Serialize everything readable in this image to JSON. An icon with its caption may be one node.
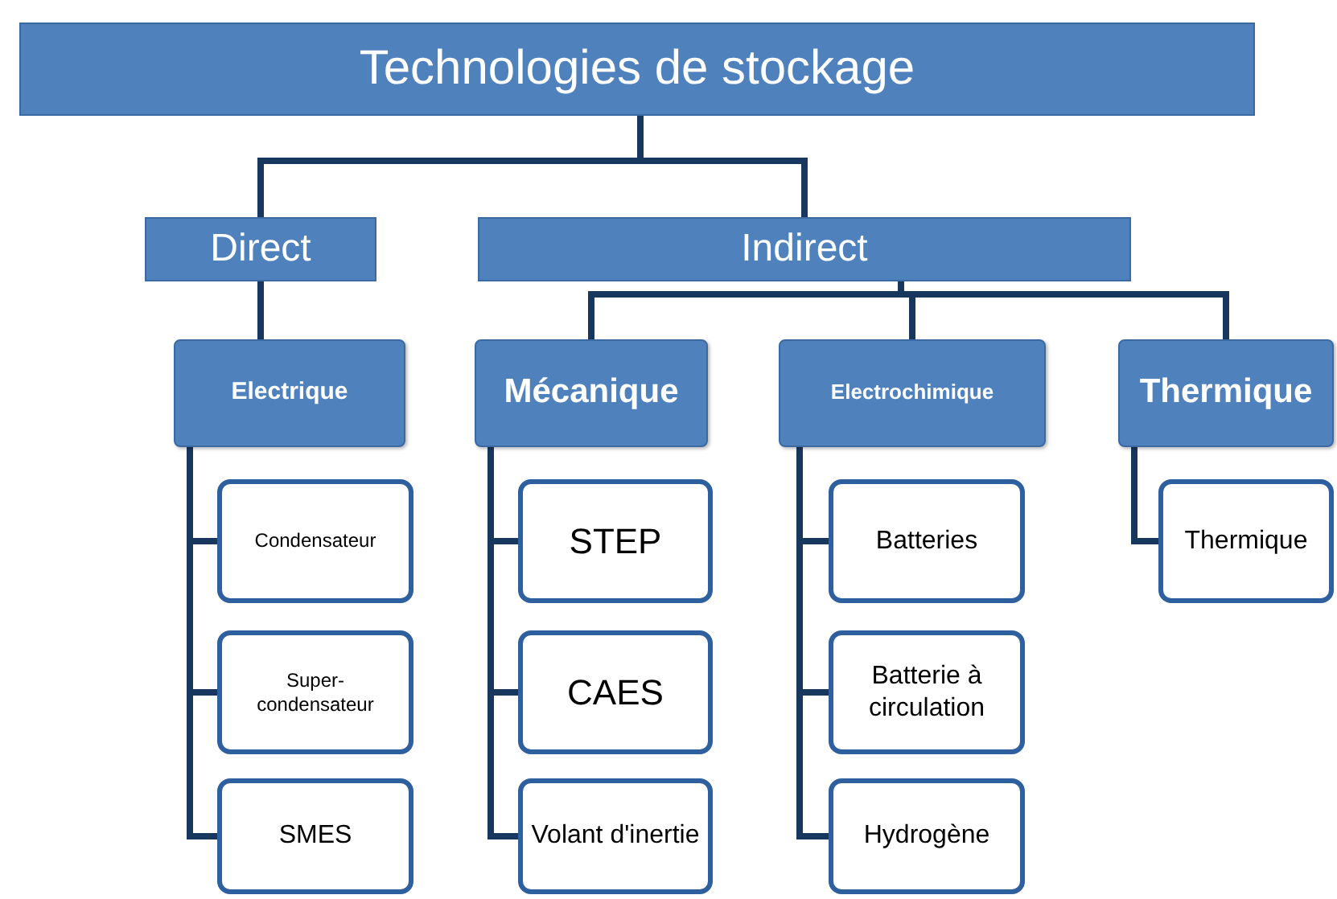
{
  "diagram": {
    "nodes": [
      {
        "text": [
          "Technologies de stockage"
        ]
      },
      {
        "text": [
          "Direct"
        ]
      },
      {
        "text": [
          "Indirect"
        ]
      },
      {
        "text": [
          "Electrique"
        ]
      },
      {
        "text": [
          "Mécanique"
        ]
      },
      {
        "text": [
          "Electrochimique"
        ]
      },
      {
        "text": [
          "Thermique"
        ]
      },
      {
        "text": [
          "Condensateur"
        ]
      },
      {
        "text": [
          "Super-condensateur"
        ]
      },
      {
        "text": [
          "SMES"
        ]
      },
      {
        "text": [
          "STEP"
        ]
      },
      {
        "text": [
          "CAES"
        ]
      },
      {
        "text": [
          "Volant d'inertie"
        ]
      },
      {
        "text": [
          "Batteries"
        ]
      },
      {
        "text": [
          "Batterie à circulation"
        ]
      },
      {
        "text": [
          "Hydrogène"
        ]
      },
      {
        "text": [
          "Thermique"
        ]
      }
    ],
    "edges": [
      {
        "from": 0,
        "to": 1,
        "arrow": "none"
      },
      {
        "from": 0,
        "to": 2,
        "arrow": "none"
      },
      {
        "from": 1,
        "to": 3,
        "arrow": "none"
      },
      {
        "from": 2,
        "to": 4,
        "arrow": "none"
      },
      {
        "from": 2,
        "to": 5,
        "arrow": "none"
      },
      {
        "from": 2,
        "to": 6,
        "arrow": "none"
      },
      {
        "from": 3,
        "to": 7,
        "arrow": "none"
      },
      {
        "from": 3,
        "to": 8,
        "arrow": "none"
      },
      {
        "from": 3,
        "to": 9,
        "arrow": "none"
      },
      {
        "from": 4,
        "to": 10,
        "arrow": "none"
      },
      {
        "from": 4,
        "to": 11,
        "arrow": "none"
      },
      {
        "from": 4,
        "to": 12,
        "arrow": "none"
      },
      {
        "from": 5,
        "to": 13,
        "arrow": "none"
      },
      {
        "from": 5,
        "to": 14,
        "arrow": "none"
      },
      {
        "from": 5,
        "to": 15,
        "arrow": "none"
      },
      {
        "from": 6,
        "to": 16,
        "arrow": "none"
      }
    ]
  }
}
